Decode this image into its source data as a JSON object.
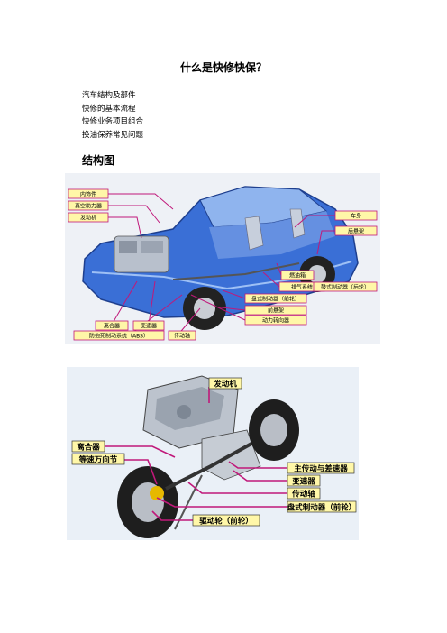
{
  "page": {
    "title": "什么是快修快保？",
    "toc": [
      "汽车结构及部件",
      "快修的基本流程",
      "快修业务项目组合",
      "换油保养常见问题"
    ],
    "section_heading": "结构图"
  },
  "figure1": {
    "labels_left": [
      "内饰件",
      "真空助力器",
      "发动机"
    ],
    "labels_right": [
      "车身",
      "后悬架"
    ],
    "labels_middle": [
      "燃油箱",
      "排气系统",
      "盘式制动器（前轮）",
      "前悬架",
      "动力转向器"
    ],
    "labels_brake_rear": "鼓式制动器（后轮）",
    "labels_bottom": [
      "离合器",
      "变速器",
      "防抱死制动系统（ABS）",
      "传动轴"
    ]
  },
  "figure2": {
    "labels": [
      "发动机",
      "离合器",
      "等速万向节",
      "主传动与差速器",
      "变速器",
      "传动轴",
      "盘式制动器（前轮）",
      "驱动轮（前轮）"
    ]
  },
  "colors": {
    "accent": "#c0187a",
    "tag_fill": "#fff7a8",
    "car_blue": "#2f5fc8"
  }
}
